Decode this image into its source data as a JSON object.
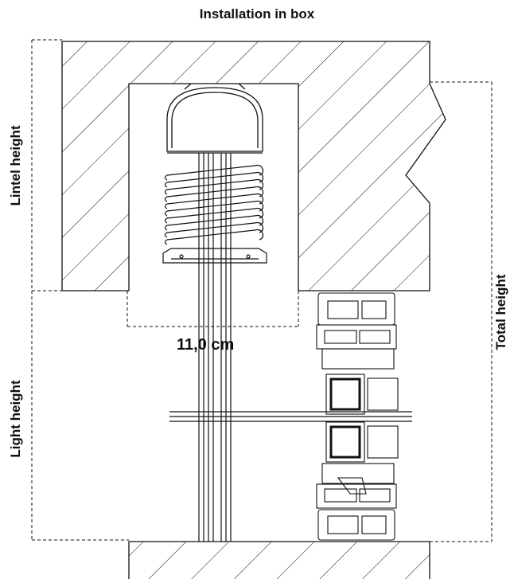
{
  "title": "Installation in box",
  "labels": {
    "lintel_height": "Lintel height",
    "light_height": "Light height",
    "total_height": "Total height",
    "box_width": "11,0 cm"
  },
  "colors": {
    "line": "#111111",
    "background": "#ffffff"
  }
}
